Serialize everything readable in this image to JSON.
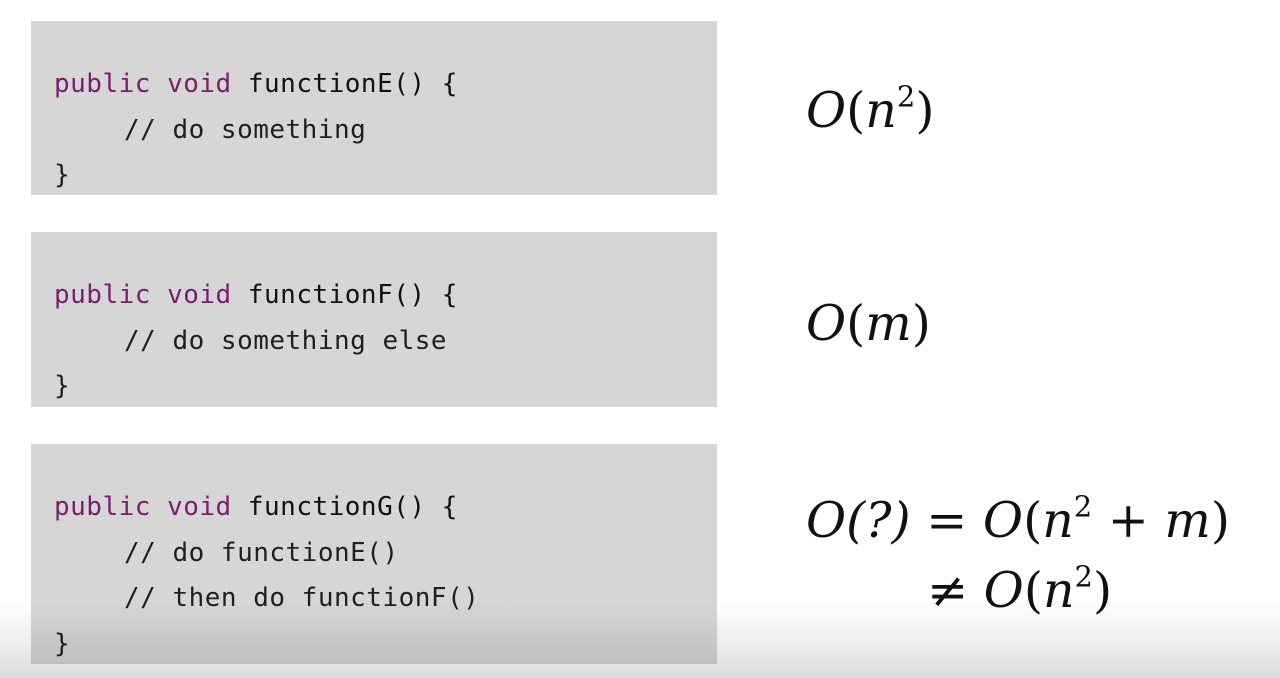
{
  "blocks": [
    {
      "keyword_public": "public",
      "keyword_void": "void",
      "signature": "functionE() {",
      "body": [
        "// do something"
      ],
      "closing": "}"
    },
    {
      "keyword_public": "public",
      "keyword_void": "void",
      "signature": "functionF() {",
      "body": [
        "// do something else"
      ],
      "closing": "}"
    },
    {
      "keyword_public": "public",
      "keyword_void": "void",
      "signature": "functionG() {",
      "body": [
        "// do functionE()",
        "// then do functionF()"
      ],
      "closing": "}"
    }
  ],
  "complexity": {
    "e": {
      "O": "O",
      "open": "(",
      "var": "n",
      "exp": "2",
      "close": ")"
    },
    "f": {
      "O": "O",
      "open": "(",
      "var": "m",
      "close": ")"
    },
    "g": {
      "lhs": "O(?) = ",
      "O": "O",
      "open": "(",
      "var1": "n",
      "exp": "2",
      "plus": " + ",
      "var2": "m",
      "close": ")",
      "neq": "≠ ",
      "O2": "O",
      "open2": "(",
      "var3": "n",
      "exp2": "2",
      "close2": ")"
    }
  },
  "colors": {
    "keyword": "#7b1d6e",
    "code_background": "#d6d6d6",
    "text": "#111111"
  }
}
